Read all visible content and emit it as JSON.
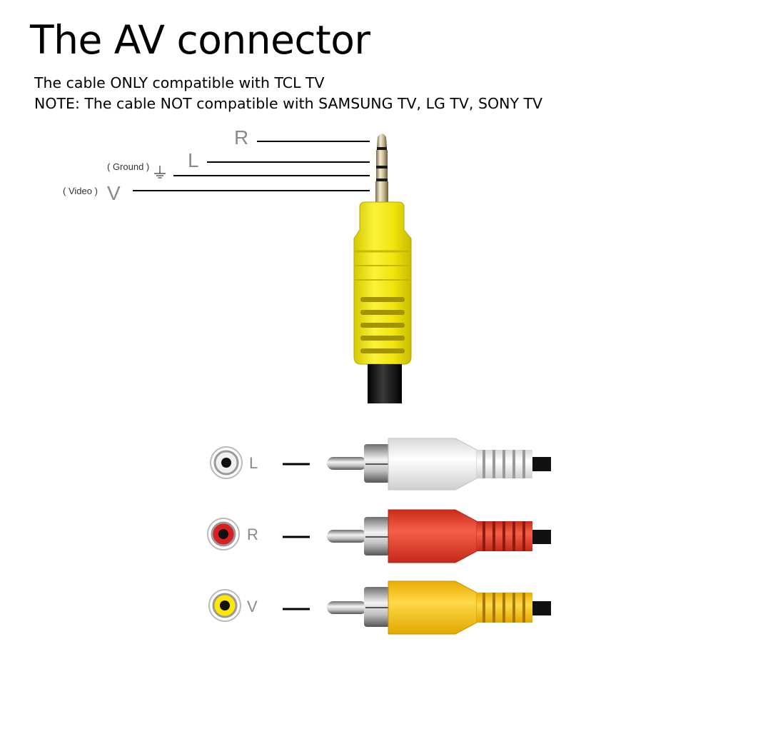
{
  "title": "The AV connector",
  "notes": {
    "compatible": "The cable ONLY compatible with TCL TV",
    "incompatible": "NOTE: The cable NOT compatible with SAMSUNG TV, LG TV, SONY TV"
  },
  "jack_pins": {
    "r": "R",
    "l": "L",
    "ground_note": "( Ground )",
    "video_note": "( Video )",
    "v": "V"
  },
  "rca_plugs": [
    {
      "label": "L",
      "color": "#f2f2f2",
      "ring_color": "#ffffff"
    },
    {
      "label": "R",
      "color": "#e8402c",
      "ring_color": "#d91f1f"
    },
    {
      "label": "V",
      "color": "#f7c514",
      "ring_color": "#ffe800"
    }
  ],
  "colors": {
    "plug_yellow": "#f3e60f",
    "cable": "#141414"
  }
}
